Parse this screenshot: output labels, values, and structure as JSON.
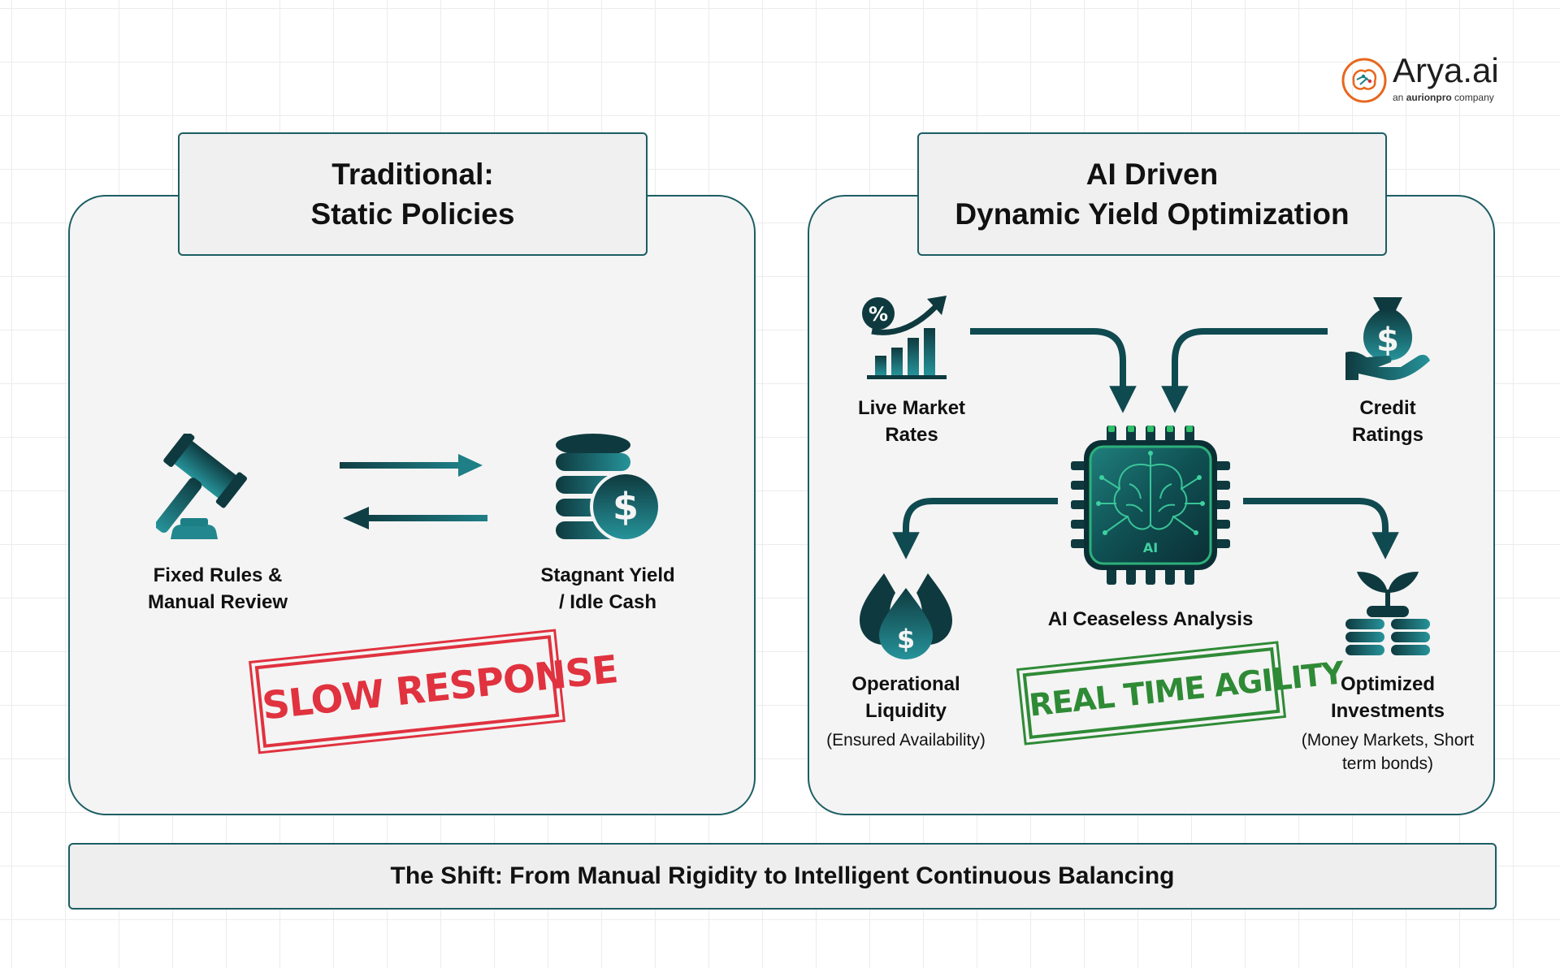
{
  "brand": {
    "logo_name": "Arya.ai",
    "tagline_prefix": "an",
    "tagline_company": "aurionpro",
    "tagline_suffix": "company"
  },
  "traditional": {
    "title_line1": "Traditional:",
    "title_line2": "Static Policies",
    "left_label": [
      "Fixed Rules &",
      "Manual Review"
    ],
    "right_label": [
      "Stagnant Yield",
      "/ Idle Cash"
    ],
    "stamp": "SLOW RESPONSE"
  },
  "ai": {
    "title_line1": "AI Driven",
    "title_line2": "Dynamic Yield Optimization",
    "inputs": [
      {
        "label": [
          "Live Market",
          "Rates"
        ],
        "icon": "market-rates-chart-icon"
      },
      {
        "label": [
          "Credit",
          "Ratings"
        ],
        "icon": "credit-money-bag-icon"
      }
    ],
    "center": {
      "label": "AI Ceaseless Analysis",
      "chip_text": "AI",
      "icon": "ai-brain-chip-icon"
    },
    "outputs": [
      {
        "label": [
          "Operational",
          "Liquidity"
        ],
        "note": "(Ensured Availability)",
        "icon": "liquidity-drop-icon"
      },
      {
        "label": [
          "Optimized",
          "Investments"
        ],
        "note": [
          "(Money Markets, Short",
          "term bonds)"
        ],
        "icon": "investment-plant-coins-icon"
      }
    ],
    "stamp": "REAL TIME AGILITY"
  },
  "footer": {
    "text": "The Shift: From Manual Rigidity to Intelligent Continuous Balancing"
  },
  "colors": {
    "teal_dark": "#0f3f44",
    "teal_mid": "#1c7f86",
    "panel_border": "#1c5e63",
    "stamp_red": "#e0323f",
    "stamp_green": "#2f8a36",
    "logo_orange": "#e8671c"
  }
}
